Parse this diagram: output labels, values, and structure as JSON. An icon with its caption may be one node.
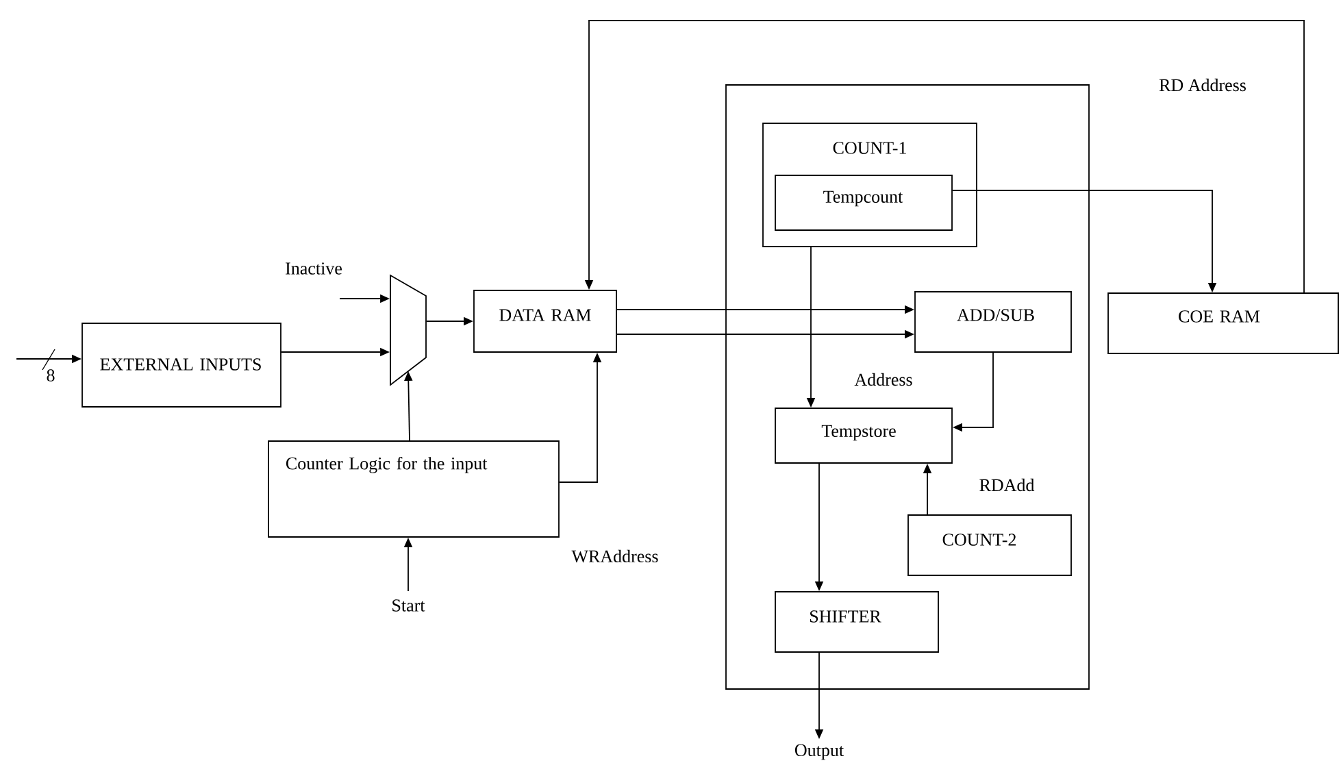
{
  "diagram": {
    "nodes": [
      {
        "text": [
          "EXTERNAL INPUTS"
        ]
      },
      {
        "text": [],
        "shape": "trapezoid"
      },
      {
        "text": [
          "DATA RAM"
        ]
      },
      {
        "text": [
          "Counter Logic for the input"
        ]
      },
      {
        "text": [],
        "shape": "box"
      },
      {
        "text": [
          "COUNT-1"
        ],
        "in": 4
      },
      {
        "text": [
          "Tempcount"
        ],
        "in": 5
      },
      {
        "text": [
          "ADD/SUB"
        ],
        "in": 4
      },
      {
        "text": [
          "Tempstore"
        ],
        "in": 4
      },
      {
        "text": [
          "COUNT-2"
        ],
        "in": 4
      },
      {
        "text": [
          "SHIFTER"
        ],
        "in": 4
      },
      {
        "text": [
          "COE RAM"
        ]
      },
      {
        "text": [
          "Start"
        ]
      },
      {
        "text": [
          "Output"
        ]
      }
    ],
    "edges": [
      {
        "from": null,
        "to": 0,
        "arrow": "to",
        "label": "8"
      },
      {
        "from": 0,
        "to": 1,
        "arrow": "to"
      },
      {
        "from": null,
        "to": 1,
        "arrow": "to",
        "label": "Inactive"
      },
      {
        "from": 1,
        "to": 2,
        "arrow": "to"
      },
      {
        "from": 3,
        "to": 1,
        "arrow": "to"
      },
      {
        "from": 3,
        "to": 2,
        "arrow": "to",
        "label": "WRAddress"
      },
      {
        "from": 2,
        "to": 7,
        "arrow": "to"
      },
      {
        "from": 2,
        "to": 7,
        "arrow": "to"
      },
      {
        "from": 6,
        "to": 11,
        "arrow": "to"
      },
      {
        "from": 11,
        "to": 2,
        "arrow": "to",
        "label": "RD Address"
      },
      {
        "from": 5,
        "to": 8,
        "arrow": "to",
        "label": "Address"
      },
      {
        "from": 7,
        "to": 8,
        "arrow": "to"
      },
      {
        "from": 9,
        "to": 8,
        "arrow": "to",
        "label": "RDAdd"
      },
      {
        "from": 8,
        "to": 10,
        "arrow": "to"
      },
      {
        "from": 12,
        "to": 3,
        "arrow": "to"
      },
      {
        "from": 10,
        "to": 13,
        "arrow": "to"
      }
    ]
  }
}
